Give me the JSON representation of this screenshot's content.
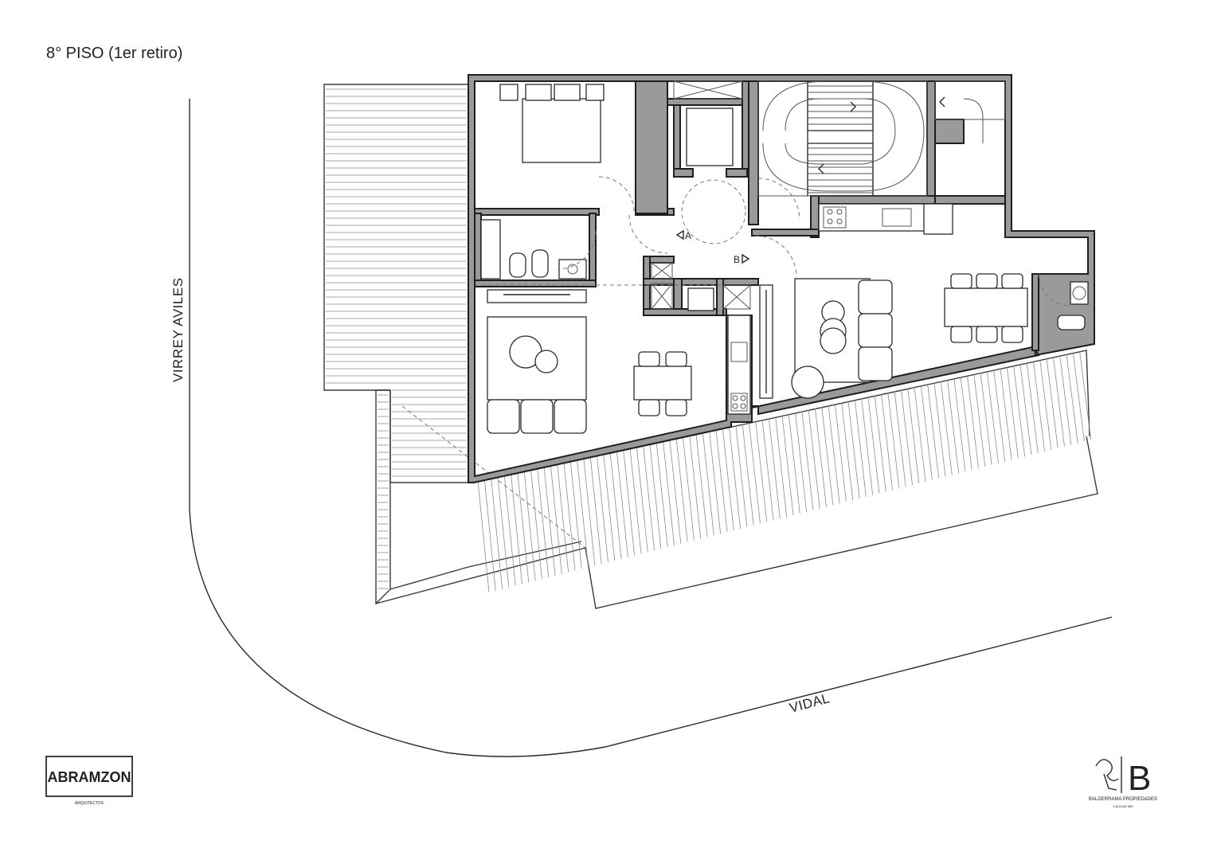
{
  "title": "8° PISO (1er retiro)",
  "streets": {
    "left": "VIRREY AVILES",
    "bottom": "VIDAL"
  },
  "section_marks": {
    "a": "A",
    "b": "B"
  },
  "logos": {
    "architect": {
      "name": "ABRAMZON",
      "subtitle": "ARQUITECTOS"
    },
    "agency": {
      "letter": "B",
      "name": "BALDERRAMA PROPIEDADES",
      "subtitle": "CALIDAD 360"
    }
  }
}
